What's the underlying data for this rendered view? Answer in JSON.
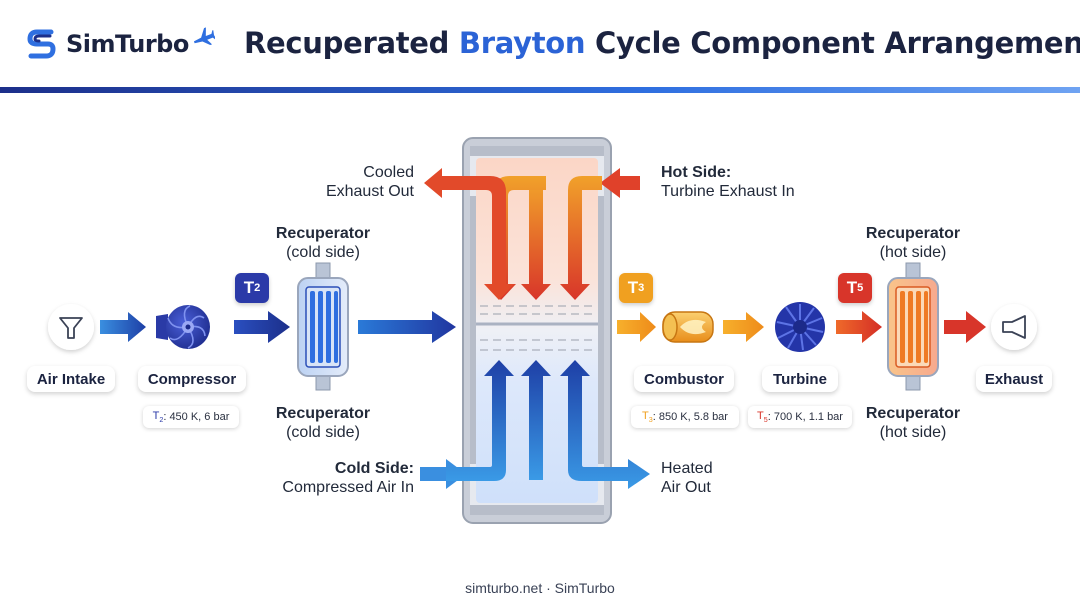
{
  "brand": {
    "name": "SimTurbo",
    "logo_icon": "s-swirl-logo-icon",
    "plane_icon": "airplane-icon"
  },
  "title": {
    "prefix": "Recuperated ",
    "accent": "Brayton",
    "suffix": " Cycle Component Arrangement"
  },
  "colors": {
    "navy": "#1c2f8a",
    "blue": "#2f6fe0",
    "orange": "#f0a020",
    "red": "#d8352a"
  },
  "components": {
    "air_intake": "Air Intake",
    "compressor": "Compressor",
    "combustor": "Combustor",
    "turbine": "Turbine",
    "exhaust": "Exhaust"
  },
  "recuperator": {
    "cold_top": {
      "line1": "Recuperator",
      "line2": "(cold side)"
    },
    "cold_bottom": {
      "line1": "Recuperator",
      "line2": "(cold side)"
    },
    "hot_top": {
      "line1": "Recuperator",
      "line2": "(hot side)"
    },
    "hot_bottom": {
      "line1": "Recuperator",
      "line2": "(hot side)"
    }
  },
  "flows": {
    "cooled_out": {
      "line1": "Cooled",
      "line2": "Exhaust Out"
    },
    "hot_in": {
      "line1": "Hot Side:",
      "line2": "Turbine Exhaust In"
    },
    "cold_in": {
      "line1": "Cold Side:",
      "line2": "Compressed Air In"
    },
    "heated_out": {
      "line1": "Heated",
      "line2": "Air Out"
    }
  },
  "states": {
    "t2": {
      "symbol": "T",
      "sub": "2",
      "value": ": 450 K, 6 bar",
      "color": "#2b3aa8"
    },
    "t3": {
      "symbol": "T",
      "sub": "3",
      "value": ": 850 K, 5.8 bar",
      "color": "#f0a020"
    },
    "t5": {
      "symbol": "T",
      "sub": "5",
      "value": ": 700 K, 1.1 bar",
      "color": "#d8352a"
    }
  },
  "footer": "simturbo.net · SimTurbo"
}
